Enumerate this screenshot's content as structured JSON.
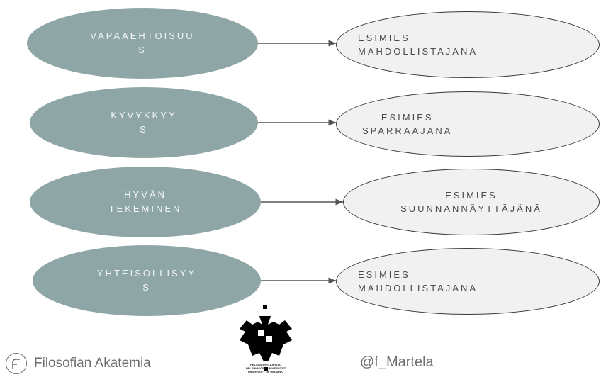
{
  "diagram": {
    "rows": [
      {
        "left": "VAPAAEHTOISUU\nS",
        "right": "ESIMIES\nMAHDOLLISTAJANA"
      },
      {
        "left": "KYVYKKYY\nS",
        "right": "ESIMIES\nSPARRAAJANA"
      },
      {
        "left": "HYVÄN\nTEKEMINEN",
        "right": "ESIMIES\nSUUNNANNÄYTTÄJÄNÄ"
      },
      {
        "left": "YHTEISÖLLISYY\nS",
        "right": "ESIMIES\nMAHDOLLISTAJANA"
      }
    ]
  },
  "footer": {
    "org_name": "Filosofian Akatemia",
    "org_logo_icon": "f-circle-logo-icon",
    "university_logo_icon": "helsinki-university-seal-icon",
    "university_text": "HELSINGIN YLIOPISTO\nHELSINGFORS UNIVERSITET\nUNIVERSITY OF HELSINKI",
    "handle": "@f_Martela"
  },
  "colors": {
    "left_ellipse": "#8fa6a6",
    "right_ellipse_fill": "#f1f1f1",
    "right_ellipse_border": "#3a3a3a",
    "arrow": "#555555",
    "footer_text": "#6d6d6d"
  }
}
